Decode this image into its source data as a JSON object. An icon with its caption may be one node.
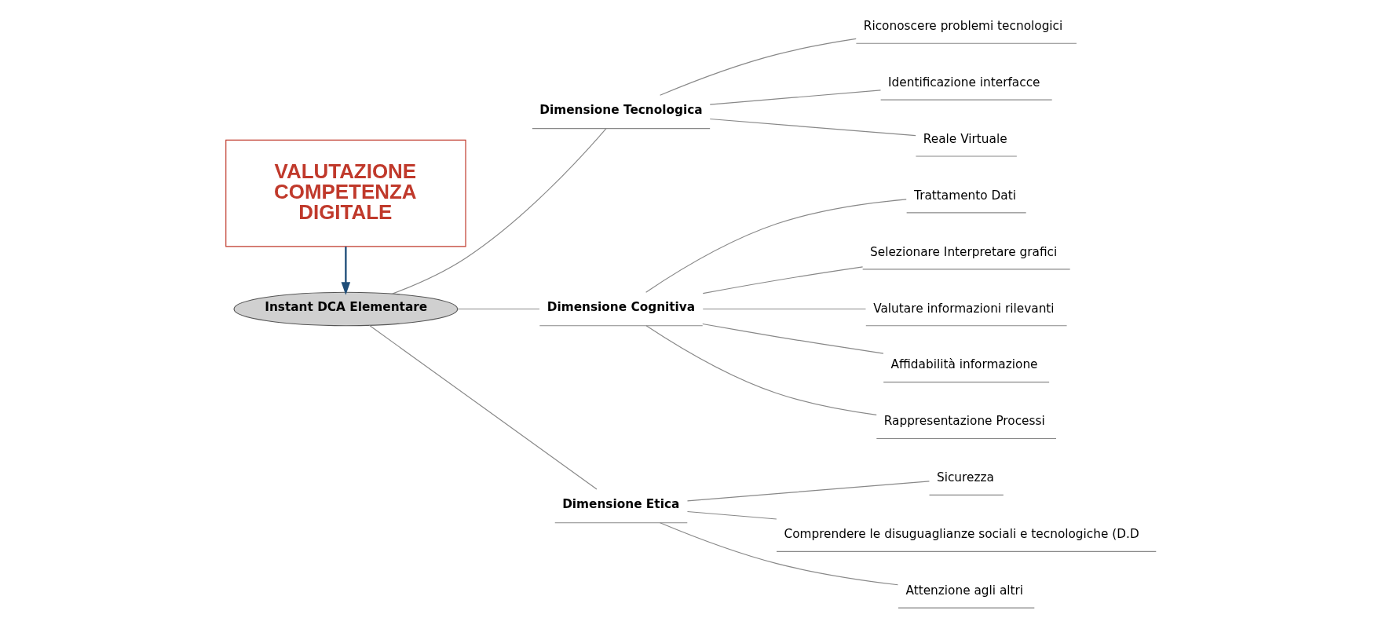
{
  "diagram": {
    "nodes": [
      {
        "text": [
          "VALUTAZIONE COMPETENZA DIGITALE"
        ]
      },
      {
        "text": [
          "Instant DCA Elementare"
        ]
      },
      {
        "text": [
          "Dimensione Tecnologica"
        ]
      },
      {
        "text": [
          "Riconoscere problemi tecnologici"
        ]
      },
      {
        "text": [
          "Identificazione interfacce"
        ]
      },
      {
        "text": [
          "Reale Virtuale"
        ]
      },
      {
        "text": [
          "Dimensione Cognitiva"
        ]
      },
      {
        "text": [
          "Trattamento Dati"
        ]
      },
      {
        "text": [
          "Selezionare Interpretare grafici"
        ]
      },
      {
        "text": [
          "Valutare informazioni rilevanti"
        ]
      },
      {
        "text": [
          "Affidabilità informazione"
        ]
      },
      {
        "text": [
          "Rappresentazione Processi"
        ]
      },
      {
        "text": [
          "Dimensione Etica"
        ]
      },
      {
        "text": [
          "Sicurezza"
        ]
      },
      {
        "text": [
          "Comprendere le disuguaglianze sociali e tecnologiche (D.D"
        ]
      },
      {
        "text": [
          "Attenzione agli altri"
        ]
      }
    ],
    "edges": [
      {
        "from": 0,
        "to": 1,
        "arrow": "to",
        "color": "#1f4e79"
      },
      {
        "from": 1,
        "to": 2,
        "arrow": "none"
      },
      {
        "from": 1,
        "to": 6,
        "arrow": "none"
      },
      {
        "from": 1,
        "to": 12,
        "arrow": "none"
      },
      {
        "from": 2,
        "to": 3,
        "arrow": "none"
      },
      {
        "from": 2,
        "to": 4,
        "arrow": "none"
      },
      {
        "from": 2,
        "to": 5,
        "arrow": "none"
      },
      {
        "from": 6,
        "to": 7,
        "arrow": "none"
      },
      {
        "from": 6,
        "to": 8,
        "arrow": "none"
      },
      {
        "from": 6,
        "to": 9,
        "arrow": "none"
      },
      {
        "from": 6,
        "to": 10,
        "arrow": "none"
      },
      {
        "from": 6,
        "to": 11,
        "arrow": "none"
      },
      {
        "from": 12,
        "to": 13,
        "arrow": "none"
      },
      {
        "from": 12,
        "to": 14,
        "arrow": "none"
      },
      {
        "from": 12,
        "to": 15,
        "arrow": "none"
      }
    ]
  }
}
